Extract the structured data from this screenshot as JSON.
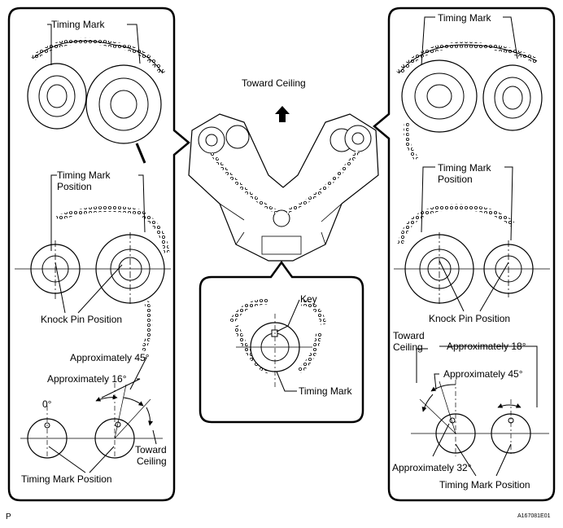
{
  "left_panel": {
    "timing_mark": "Timing Mark",
    "timing_mark_position_line1": "Timing Mark",
    "timing_mark_position_line2": "Position",
    "knock_pin_position": "Knock Pin Position",
    "approx_45": "Approximately 45°",
    "approx_16": "Approximately 16°",
    "zero_deg": "0°",
    "toward_ceiling_line1": "Toward",
    "toward_ceiling_line2": "Ceiling",
    "timing_mark_position": "Timing Mark Position"
  },
  "center": {
    "toward_ceiling": "Toward Ceiling"
  },
  "center_panel": {
    "key": "Key",
    "timing_mark": "Timing Mark"
  },
  "right_panel": {
    "timing_mark": "Timing Mark",
    "timing_mark_position_line1": "Timing Mark",
    "timing_mark_position_line2": "Position",
    "knock_pin_position": "Knock Pin Position",
    "toward_ceiling_line1": "Toward",
    "toward_ceiling_line2": "Ceiling",
    "approx_18": "Approximately 18°",
    "approx_45": "Approximately 45°",
    "approx_32": "Approximately 32°",
    "timing_mark_position": "Timing Mark Position"
  },
  "footer": {
    "page_letter": "P",
    "figure_code": "A167081E01"
  }
}
